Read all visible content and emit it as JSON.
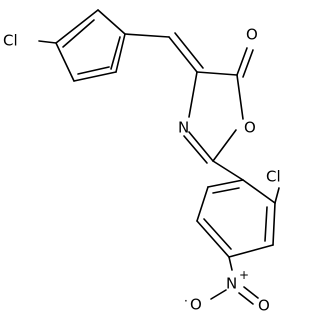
{
  "molecule": {
    "atoms": {
      "cl_top": "Cl",
      "o_carbonyl": "O",
      "n_ring": "N",
      "o_ring": "O",
      "cl_aryl": "Cl",
      "n_nitro": "N",
      "n_nitro_charge": "+",
      "o_nitro_left": "O",
      "o_nitro_left_charge": "·",
      "o_nitro_right": "O"
    }
  }
}
